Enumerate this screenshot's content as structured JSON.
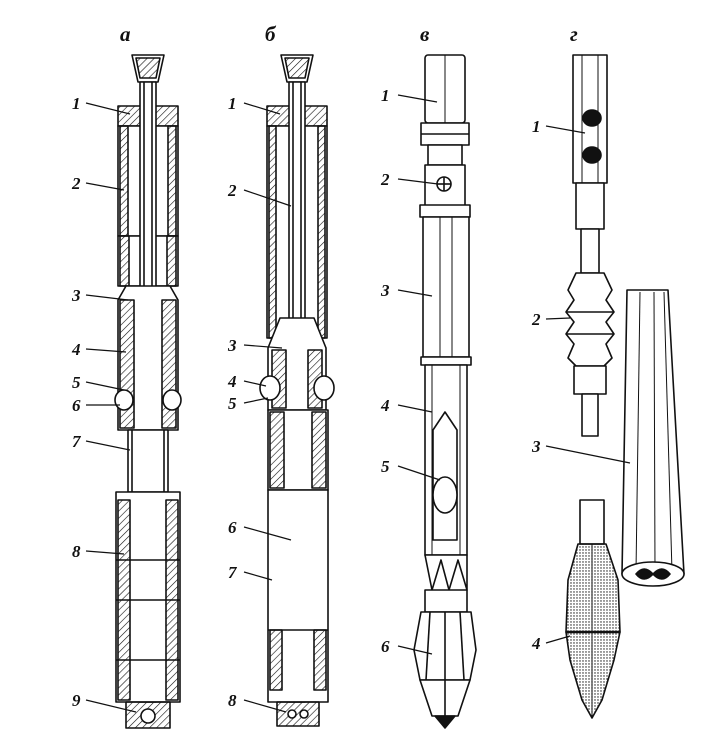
{
  "panels": [
    {
      "title": "а",
      "callouts": [
        "1",
        "2",
        "3",
        "4",
        "5",
        "6",
        "7",
        "8",
        "9"
      ]
    },
    {
      "title": "б",
      "callouts": [
        "1",
        "2",
        "3",
        "4",
        "5",
        "6",
        "7",
        "8"
      ]
    },
    {
      "title": "в",
      "callouts": [
        "1",
        "2",
        "3",
        "4",
        "5",
        "6"
      ]
    },
    {
      "title": "г",
      "callouts": [
        "1",
        "2",
        "3",
        "4"
      ]
    }
  ],
  "colors": {
    "ink": "#111111",
    "paper": "#ffffff"
  }
}
